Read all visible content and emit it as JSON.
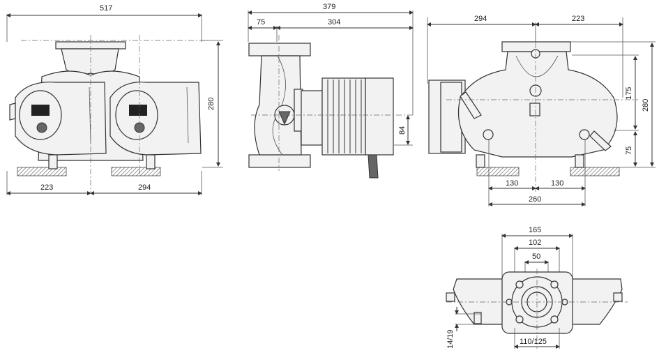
{
  "front_view": {
    "overall_width": "517",
    "left_offset": "223",
    "right_offset": "294",
    "height": "280"
  },
  "side_view": {
    "overall_length": "379",
    "flange_part": "75",
    "motor_part": "304",
    "center_height": "84"
  },
  "rear_view": {
    "left_span": "294",
    "right_span": "223",
    "total_height": "280",
    "upper_height": "175",
    "lower_height": "75",
    "left_foot": "130",
    "right_foot": "130",
    "foot_span": "260"
  },
  "flange_view": {
    "outer_width": "165",
    "bolt_circle": "102",
    "bore": "50",
    "bolt_holes": "110/125",
    "hole_size": "14/19"
  }
}
